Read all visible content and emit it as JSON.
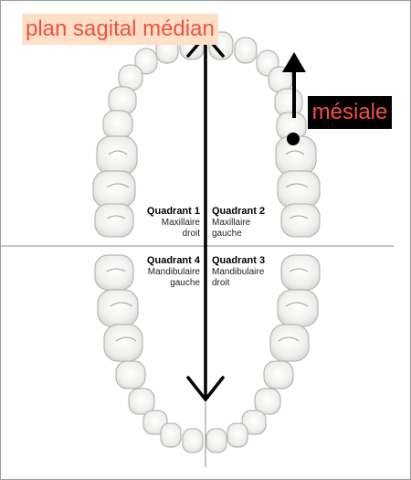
{
  "labels": {
    "plan": "plan sagital médian",
    "mesiale": "mésiale"
  },
  "quadrants": {
    "q1": {
      "title": "Quadrant 1",
      "line1": "Maxillaire",
      "line2": "droit"
    },
    "q2": {
      "title": "Quadrant 2",
      "line1": "Maxillaire",
      "line2": "gauche"
    },
    "q4": {
      "title": "Quadrant 4",
      "line1": "Mandibulaire",
      "line2": "gauche"
    },
    "q3": {
      "title": "Quadrant 3",
      "line1": "Mandibulaire",
      "line2": "droit"
    }
  },
  "colors": {
    "label_text": "#f2503f",
    "plan_background": "#fde0c7",
    "mesiale_background": "#000000",
    "arrows": "#000000",
    "tooth_fill": "#f3f3f1",
    "tooth_outline": "#b9b9b5"
  },
  "icons": [
    "tooth-icon",
    "double-arrow-icon",
    "up-arrow-icon",
    "contact-dot-icon"
  ]
}
